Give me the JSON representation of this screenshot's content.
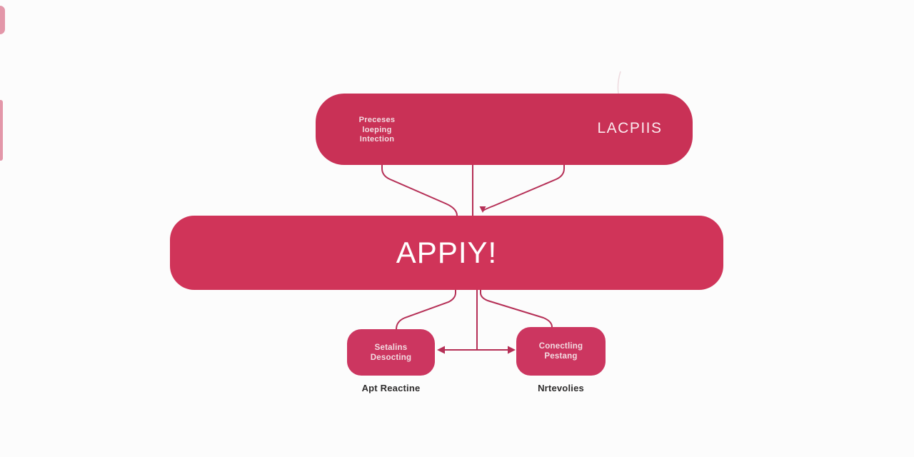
{
  "diagram": {
    "top_box": {
      "left_text_lines": [
        "Preceses",
        "loeping",
        "Intection"
      ],
      "right_label": "LACPIIS"
    },
    "main_box": {
      "label": "APPIY!"
    },
    "bottom_left_box": {
      "text_lines": [
        "Setalins",
        "Desocting"
      ],
      "caption": "Apt Reactine"
    },
    "bottom_right_box": {
      "text_lines": [
        "Conectling",
        "Pestang"
      ],
      "caption": "Nrtevolies"
    }
  },
  "colors": {
    "top_box": "#c93156",
    "main_box": "#d03459",
    "small_box": "#cc3660",
    "connector": "#b52f56",
    "box_text": "#f2dce2",
    "caption_text": "#2e2c2c",
    "background": "#fcfcfc"
  }
}
